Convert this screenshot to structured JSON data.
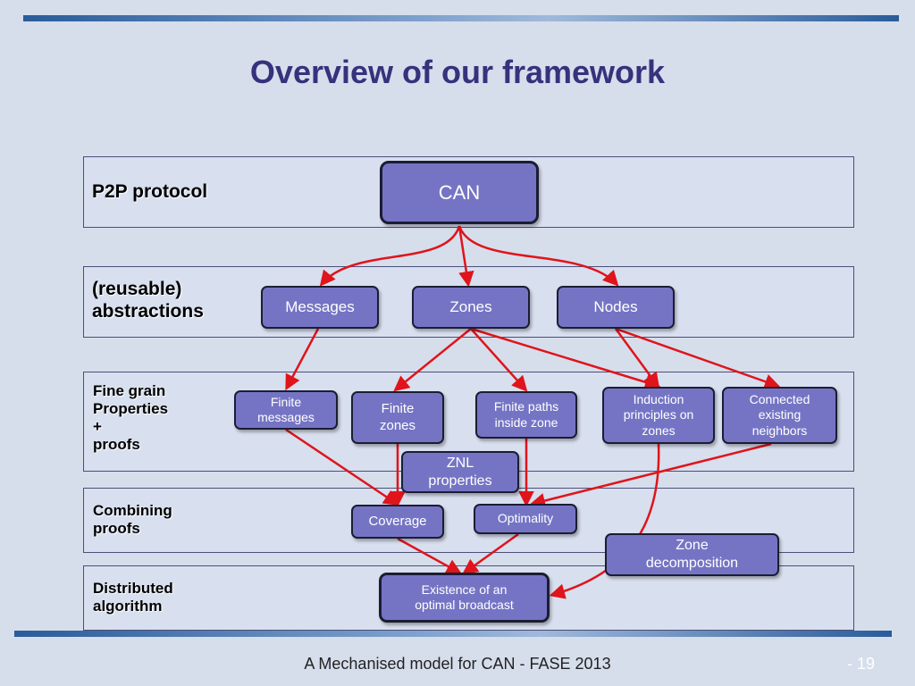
{
  "slide": {
    "title": "Overview of our framework",
    "footer": "A Mechanised model for CAN - FASE 2013",
    "page_number": "- 19"
  },
  "layers": [
    {
      "label": "P2P protocol"
    },
    {
      "label": "(reusable)\nabstractions"
    },
    {
      "label": "Fine grain\nProperties\n+\nproofs"
    },
    {
      "label": "Combining\nproofs"
    },
    {
      "label": "Distributed\nalgorithm"
    }
  ],
  "nodes": {
    "can": "CAN",
    "messages": "Messages",
    "zones": "Zones",
    "nodes": "Nodes",
    "finite_messages": "Finite\nmessages",
    "finite_zones": "Finite\nzones",
    "finite_paths": "Finite paths\ninside zone",
    "induction": "Induction\nprinciples on\nzones",
    "connected": "Connected\nexisting\nneighbors",
    "znl": "ZNL\nproperties",
    "coverage": "Coverage",
    "optimality": "Optimality",
    "zone_decomposition": "Zone\ndecomposition",
    "existence": "Existence of an\noptimal broadcast"
  },
  "colors": {
    "box_fill": "#7574c4",
    "arrow": "#e0141b",
    "title": "#36327c"
  }
}
